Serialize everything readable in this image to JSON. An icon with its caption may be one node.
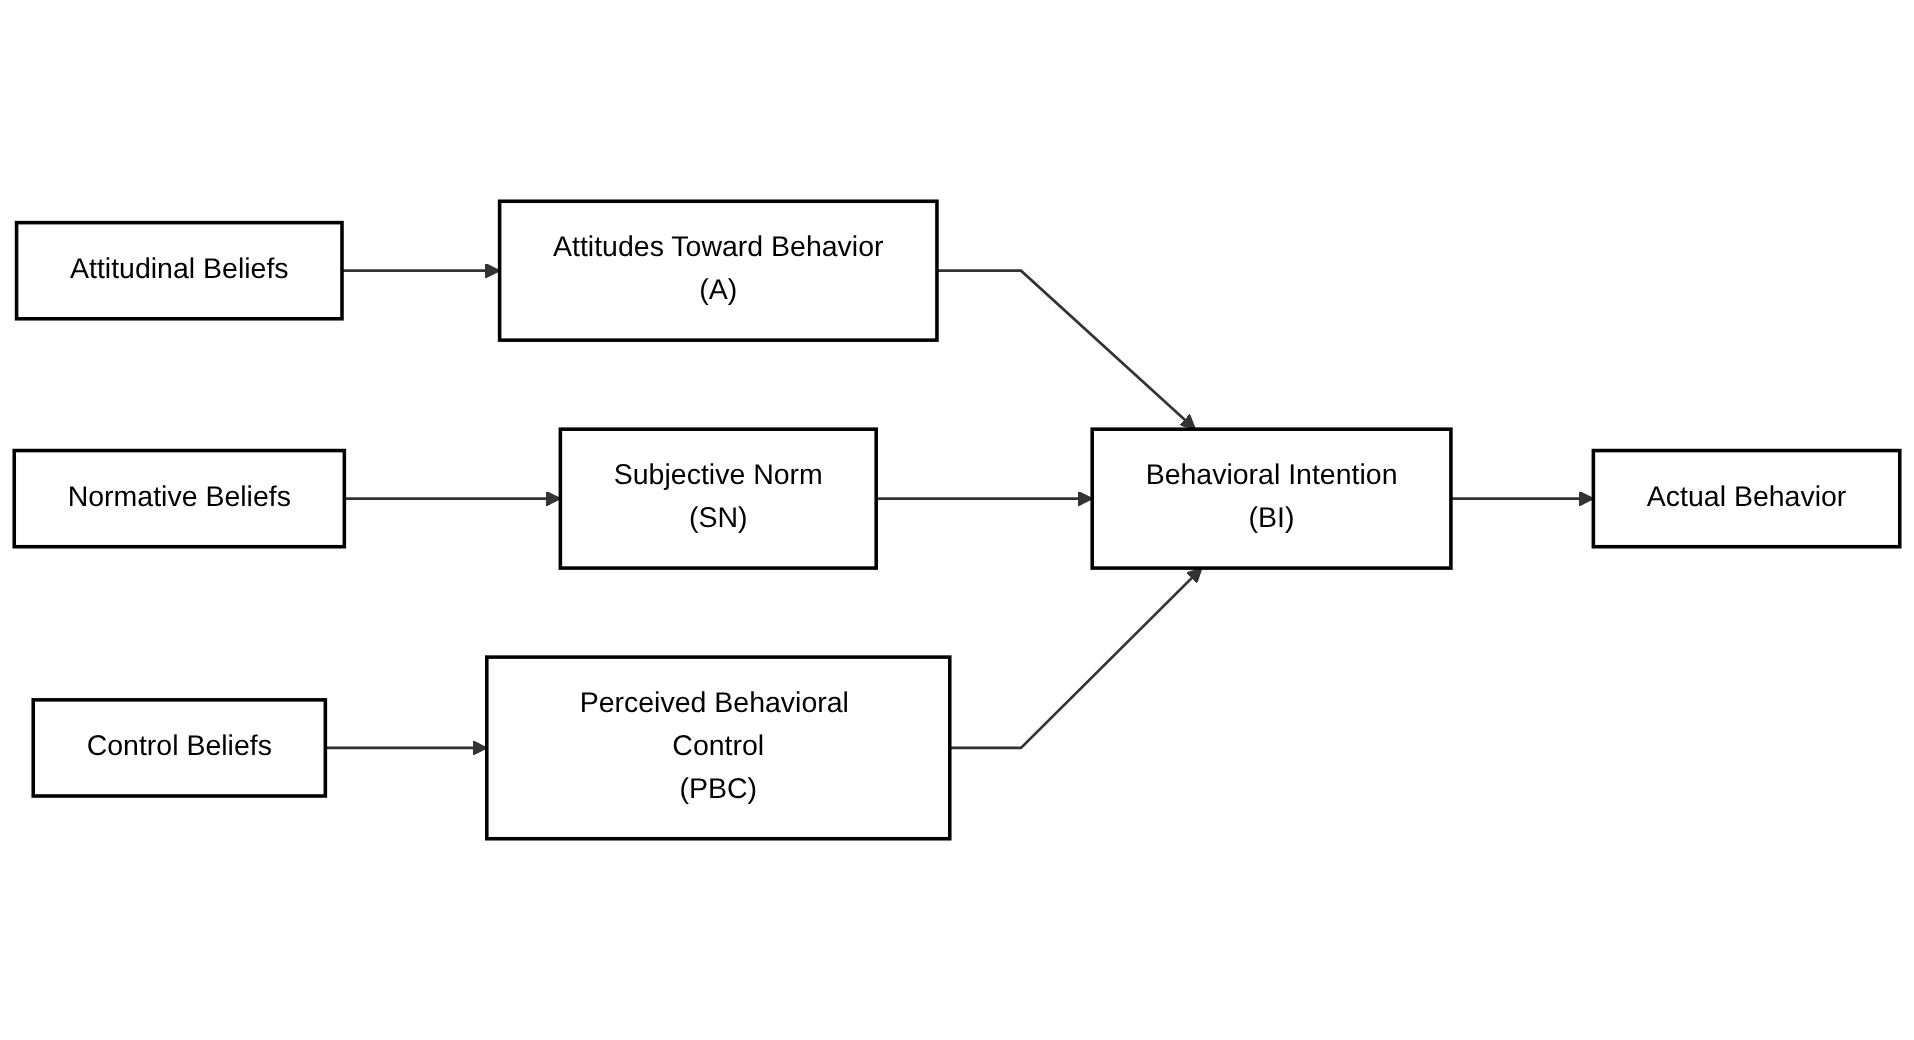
{
  "diagram": {
    "nodes": [
      {
        "text": [
          "Attitudinal Beliefs"
        ]
      },
      {
        "text": [
          "Attitudes Toward Behavior",
          "(A)"
        ]
      },
      {
        "text": [
          "Normative Beliefs"
        ]
      },
      {
        "text": [
          "Subjective Norm",
          "(SN)"
        ]
      },
      {
        "text": [
          "Control Beliefs"
        ]
      },
      {
        "text": [
          "Perceived Behavioral Control",
          "(PBC)"
        ]
      },
      {
        "text": [
          "Behavioral Intention",
          "(BI)"
        ]
      },
      {
        "text": [
          "Actual Behavior"
        ]
      }
    ],
    "edges": [
      {
        "from": 0,
        "to": 1,
        "arrow": "to"
      },
      {
        "from": 2,
        "to": 3,
        "arrow": "to"
      },
      {
        "from": 4,
        "to": 5,
        "arrow": "to"
      },
      {
        "from": 1,
        "to": 6,
        "arrow": "to"
      },
      {
        "from": 3,
        "to": 6,
        "arrow": "to"
      },
      {
        "from": 5,
        "to": 6,
        "arrow": "to"
      },
      {
        "from": 6,
        "to": 7,
        "arrow": "to"
      }
    ]
  }
}
